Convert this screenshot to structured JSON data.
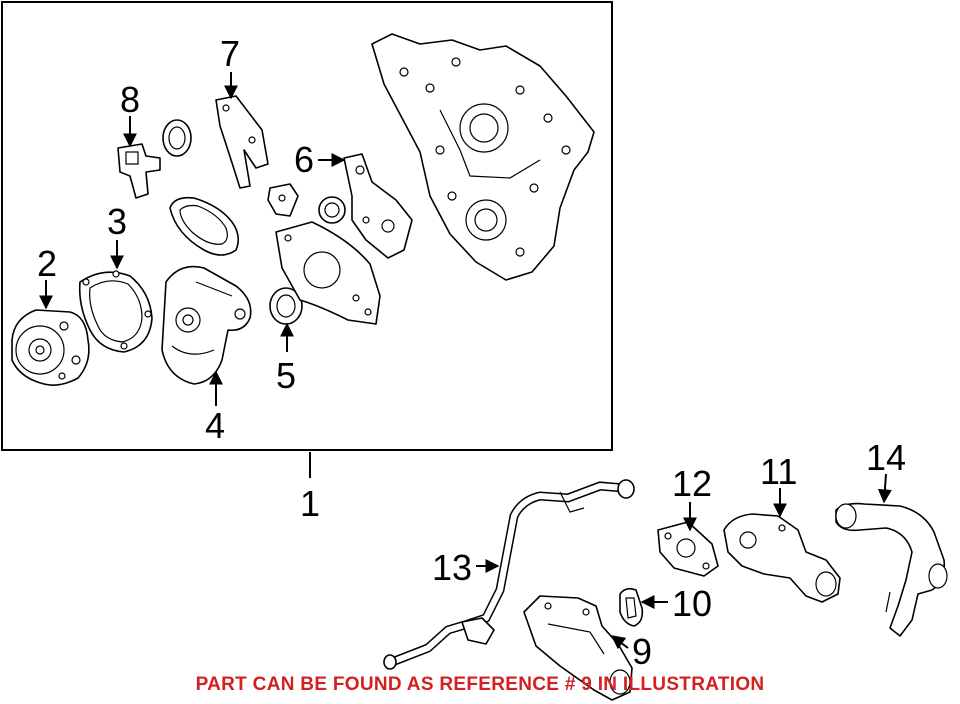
{
  "callouts": {
    "c1": "1",
    "c2": "2",
    "c3": "3",
    "c4": "4",
    "c5": "5",
    "c6": "6",
    "c7": "7",
    "c8": "8",
    "c9": "9",
    "c10": "10",
    "c11": "11",
    "c12": "12",
    "c13": "13",
    "c14": "14"
  },
  "notice": {
    "text": "PART CAN BE FOUND AS REFERENCE # 9 IN ILLUSTRATION",
    "color": "#d32020"
  }
}
